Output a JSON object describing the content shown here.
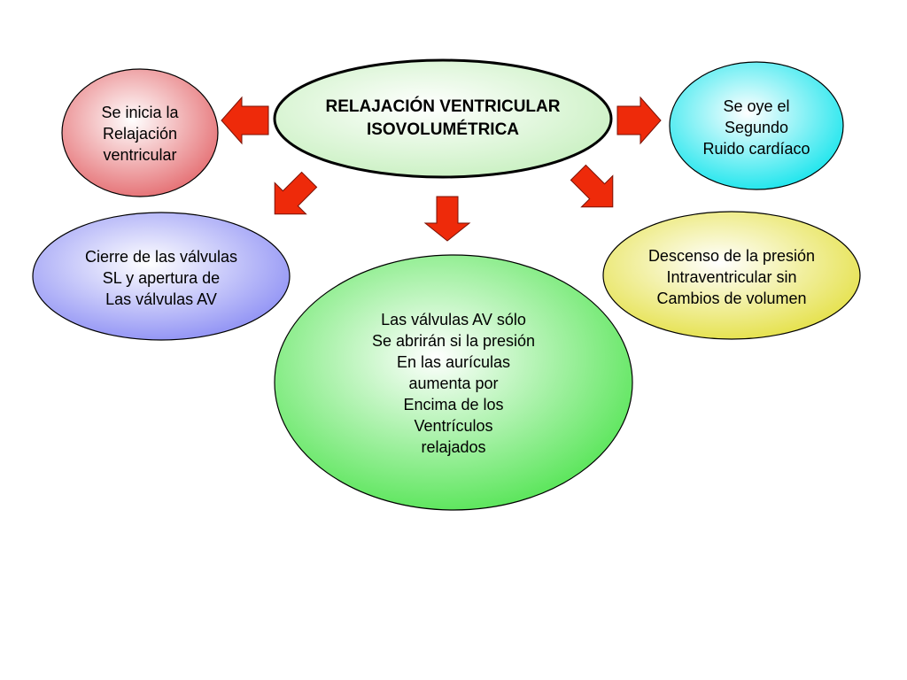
{
  "diagram": {
    "center": {
      "text": "RELAJACIÓN VENTRICULAR\nISOVOLUMÉTRICA",
      "color": "#c8f0c0"
    },
    "nodes": [
      {
        "id": "top-left",
        "text": "Se inicia la\nRelajación\n  ventricular",
        "color": "#e46a6e"
      },
      {
        "id": "top-right",
        "text": "Se oye el\nSegundo\nRuido cardíaco",
        "color": "#14e4ec"
      },
      {
        "id": "mid-left",
        "text": "Cierre de las válvulas\nSL y apertura de\n Las válvulas AV",
        "color": "#8c8ef4"
      },
      {
        "id": "mid-right",
        "text": "Descenso de la presión\nIntraventricular sin\nCambios de volumen",
        "color": "#e4e044"
      },
      {
        "id": "bottom",
        "text": "Las válvulas AV sólo\n Se abrirán si la presión\nEn las aurículas\naumenta por\nEncima de los\nVentrículos\n relajados",
        "color": "#52e452"
      }
    ],
    "arrow_color": "#ee2a0a"
  }
}
